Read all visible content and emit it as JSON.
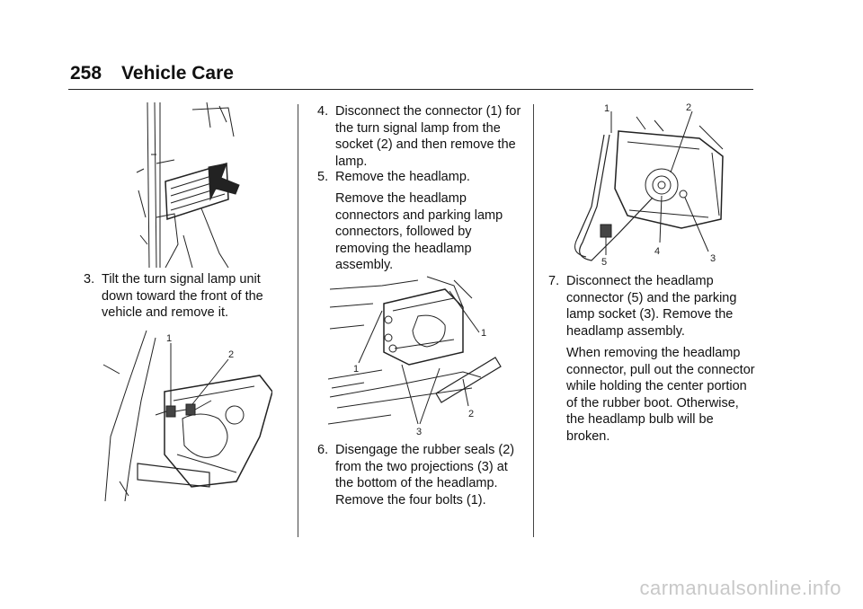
{
  "header": {
    "page_number": "258",
    "section": "Vehicle Care"
  },
  "steps": {
    "s3": {
      "number": "3.",
      "text": "Tilt the turn signal lamp unit down toward the front of the vehicle and remove it."
    },
    "s4": {
      "number": "4.",
      "text": "Disconnect the connector (1) for the turn signal lamp from the socket (2) and then remove the lamp."
    },
    "s5": {
      "number": "5.",
      "text": "Remove the headlamp.",
      "detail": "Remove the headlamp connectors and parking lamp connectors, followed by removing the headlamp assembly."
    },
    "s6": {
      "number": "6.",
      "text": "Disengage the rubber seals (2) from the two projections (3) at the bottom of the headlamp. Remove the four bolts (1)."
    },
    "s7": {
      "number": "7.",
      "text": "Disconnect the headlamp connector (5) and the parking lamp socket (3). Remove the headlamp assembly.",
      "detail": "When removing the headlamp connector, pull out the connector while holding the center portion of the rubber boot. Otherwise, the headlamp bulb will be broken."
    }
  },
  "figures": {
    "fig2": {
      "c1": "1",
      "c2": "2"
    },
    "fig3": {
      "c1a": "1",
      "c1b": "1",
      "c2": "2",
      "c3": "3"
    },
    "fig4": {
      "c1": "1",
      "c2": "2",
      "c3": "3",
      "c4": "4",
      "c5": "5"
    }
  },
  "watermark": "carmanualsonline.info"
}
